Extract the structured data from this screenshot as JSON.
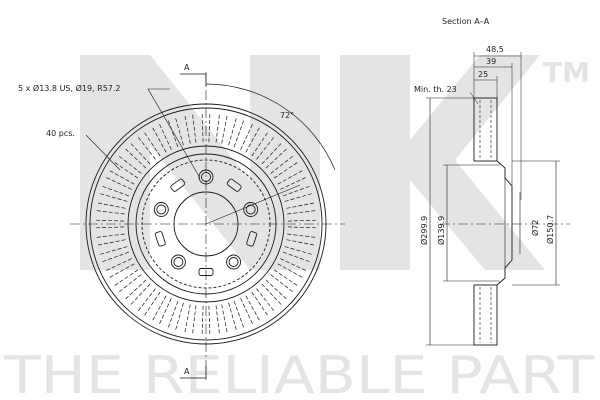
{
  "watermark": {
    "logo_text": "NK",
    "trademark": "TM",
    "tagline": "THE RELIABLE PART"
  },
  "front_view": {
    "hole_spec": "5 x Ø13.8 US, Ø19, R57.2",
    "vanes": "40 pcs.",
    "angle": "72°",
    "section_marker": "A"
  },
  "section_view": {
    "title": "Section A–A",
    "min_thickness": "Min. th. 23",
    "dims": {
      "overall_width": "48.5",
      "width_39": "39",
      "width_25": "25",
      "outer_dia": "Ø299.9",
      "hat_dia": "Ø139.9",
      "center_bore": "Ø72",
      "hub_dia": "Ø150.7"
    }
  },
  "colors": {
    "line": "#1a1a1a",
    "watermark": "#e4e4e4"
  }
}
